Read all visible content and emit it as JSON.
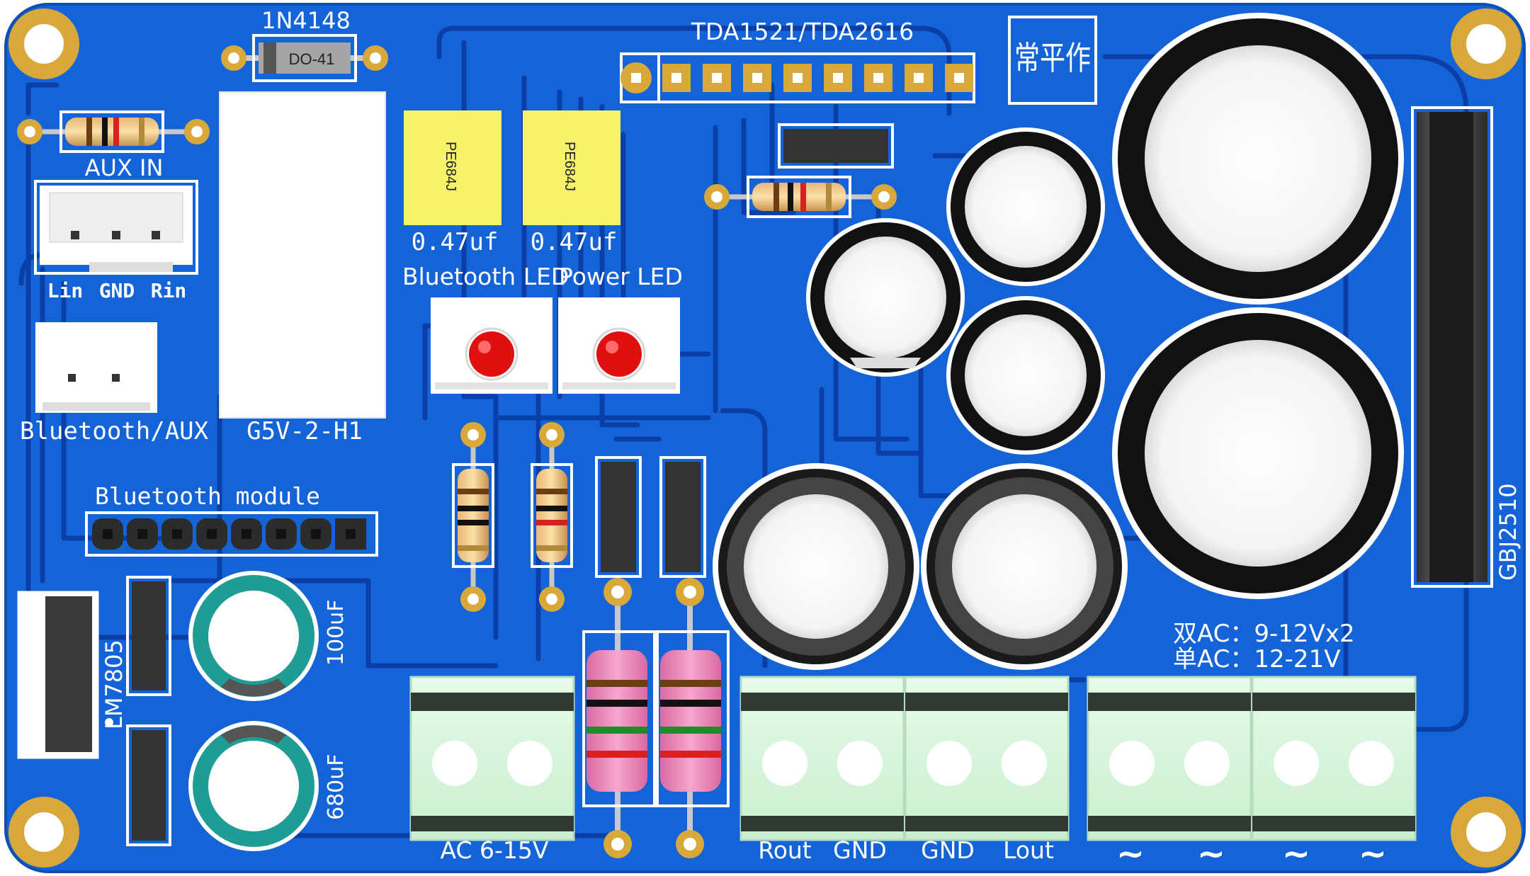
{
  "board": {
    "colors": {
      "substrate": "#1464d8",
      "trace": "#0b3fa8",
      "pad_gold": "#d8a93a",
      "silkscreen": "#ffffff",
      "terminal_green": "#d6f5dc",
      "terminal_dark": "#2f3b32",
      "cap_teal": "#1f9c93",
      "film_cap_yellow": "#f6f36a",
      "led_red": "#e01010",
      "pink_resistor": "#ee86b8"
    },
    "chip_footprint": "TDA1521/TDA2616",
    "logo_text": "常平作",
    "diode": {
      "ref": "1N4148",
      "package": "DO-41"
    },
    "aux_in_label": "AUX  IN",
    "audio_header_pins": [
      "Lin",
      "GND",
      "Rin"
    ],
    "bt_aux_label": "Bluetooth/AUX",
    "relay_label": "G5V-2-H1",
    "film_caps": [
      {
        "body": "PE684J",
        "value": "0.47uf"
      },
      {
        "body": "PE684J",
        "value": "0.47uf"
      }
    ],
    "led_labels": [
      "Bluetooth LED",
      "Power LED"
    ],
    "bt_module_label": "Bluetooth  module",
    "regulator_label": "LM7805",
    "small_caps": [
      "100uF",
      "680uF"
    ],
    "rectifier_label": "GBJ2510",
    "supply_notes": [
      "双AC：9-12Vx2",
      "单AC：12-21V"
    ],
    "terminal_labels": {
      "ac_in": "AC 6-15V",
      "out_right": [
        "Rout",
        "GND"
      ],
      "out_left": [
        "GND",
        "Lout"
      ],
      "ac_tilde": [
        "~",
        "~",
        "~",
        "~"
      ]
    }
  }
}
